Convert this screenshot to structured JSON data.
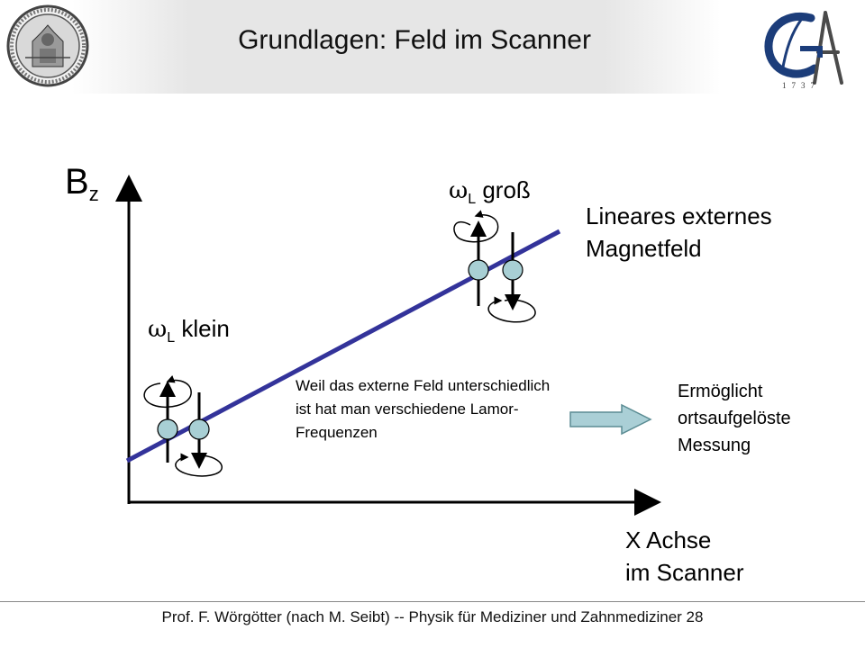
{
  "header": {
    "title": "Grundlagen: Feld im Scanner"
  },
  "diagram": {
    "y_axis_label": "B",
    "y_axis_subscript": "z",
    "x_axis_label": [
      "X Achse",
      "im Scanner"
    ],
    "line_label": [
      "Lineares externes",
      "Magnetfeld"
    ],
    "high_freq_label": {
      "symbol": "ω",
      "subscript": "L",
      "text": "groß"
    },
    "low_freq_label": {
      "symbol": "ω",
      "subscript": "L",
      "text": "klein"
    },
    "note": "Weil das externe Feld unterschiedlich ist hat man verschiedene Lamor-Frequenzen",
    "result": [
      "Ermöglicht",
      "ortsaufgelöste",
      "Messung"
    ],
    "colors": {
      "field_line": "#33339a",
      "spin_fill": "#a8cfd4",
      "arrow_fill": "#aacfd6",
      "arrow_stroke": "#5b8c93"
    }
  },
  "footer": {
    "text": "Prof. F. Wörgötter (nach M. Seibt) -- Physik für Mediziner und Zahnmediziner  28"
  }
}
